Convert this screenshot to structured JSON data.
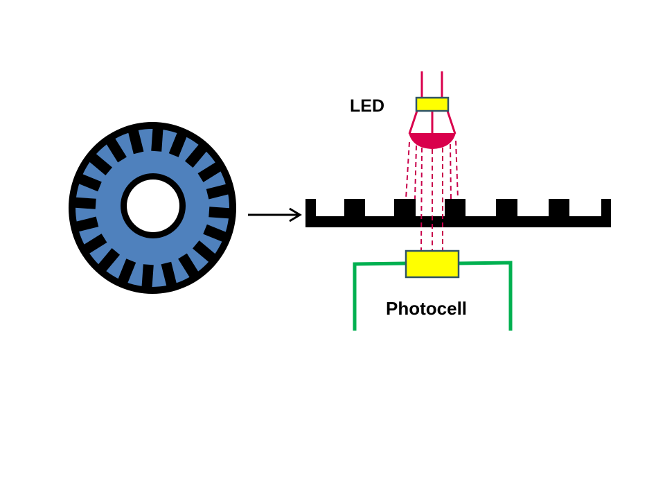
{
  "labels": {
    "led": "LED",
    "photocell": "Photocell"
  },
  "encoder_disc": {
    "slot_count": 20,
    "disc_color": "#4f81bd",
    "slot_color": "#000000",
    "hub_color": "#ffffff"
  },
  "grating": {
    "color": "#000000",
    "tooth_count": 7
  },
  "led": {
    "body_color": "#ffff00",
    "body_outline": "#2f5466",
    "lens_color": "#d9004c",
    "lead_color": "#d9004c"
  },
  "light_rays": {
    "color": "#c8004a",
    "count_above": 7,
    "count_passing": 3
  },
  "photocell": {
    "body_color": "#ffff00",
    "body_outline": "#2f5466",
    "wire_color": "#00b050"
  },
  "arrow": {
    "color": "#000000",
    "direction": "right"
  }
}
